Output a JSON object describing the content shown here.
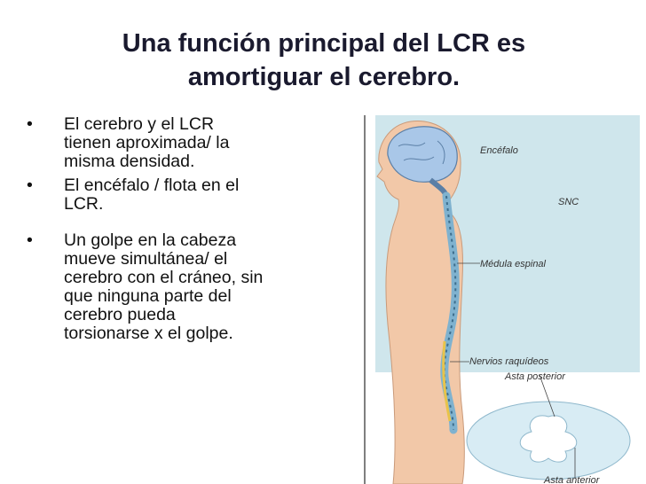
{
  "slide": {
    "title_line1": "Una función principal del LCR es",
    "title_line2": "amortiguar el cerebro.",
    "bullets": [
      {
        "line1": "El cerebro y el LCR",
        "line2": "tienen aproximada/ la",
        "line3": "misma densidad."
      },
      {
        "line1": "El encéfalo / flota en el",
        "line2": "LCR."
      },
      {
        "line1": "Un golpe en la cabeza",
        "line2": "mueve simultánea/ el",
        "line3": "cerebro con el cráneo, sin",
        "line4": "que ninguna parte del",
        "line5": "cerebro pueda",
        "line6": "torsionarse x el golpe."
      }
    ],
    "bullet_char": "•"
  },
  "figure": {
    "labels": {
      "encefalo": "Encéfalo",
      "snc": "SNC",
      "medula": "Médula espinal",
      "nervios": "Nervios raquídeos",
      "asta_posterior": "Asta posterior",
      "asta_anterior": "Asta anterior"
    },
    "colors": {
      "panel": "#cfe6ec",
      "body": "#f2c8a8",
      "brain": "#a9c7e8",
      "spine": "#7fb2cf",
      "nerve": "#e8c34a"
    }
  }
}
